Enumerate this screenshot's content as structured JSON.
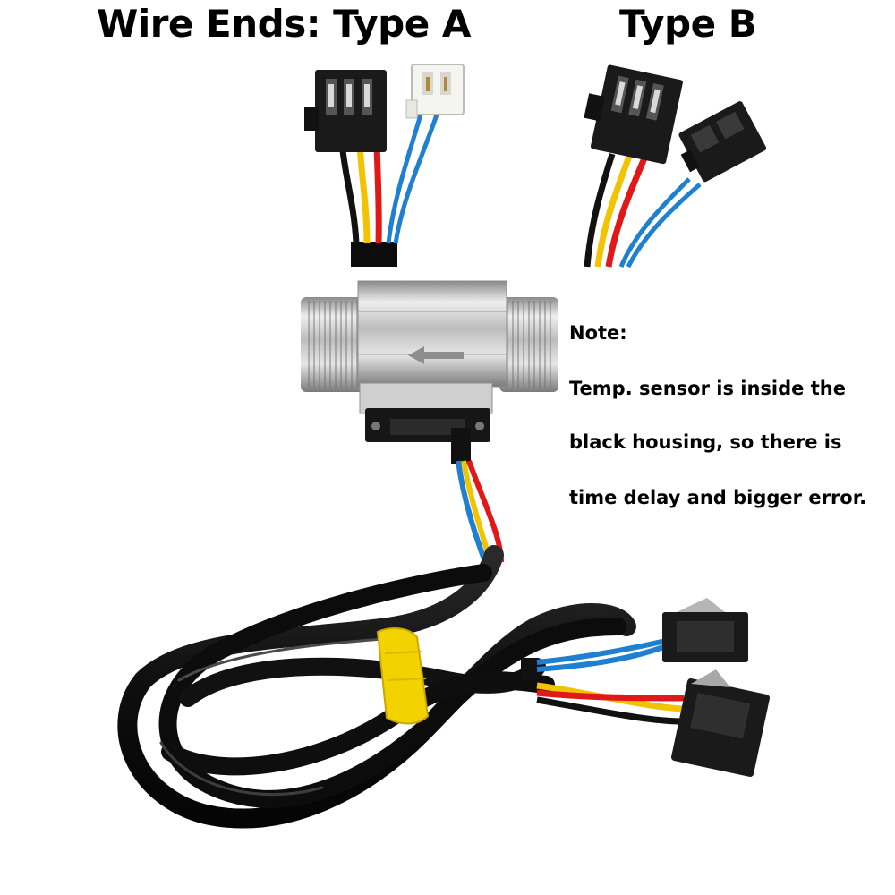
{
  "titles": {
    "type_a": "Wire Ends: Type A",
    "type_b": "Type B"
  },
  "note": {
    "heading": "Note:",
    "lines": [
      "Temp. sensor is inside the",
      "black housing, so there is",
      "time delay and bigger error."
    ]
  },
  "colors": {
    "wire_black": "#111111",
    "wire_yellow": "#f2c400",
    "wire_red": "#e01818",
    "wire_blue": "#1f7fd0",
    "connector_black": "#1a1a1a",
    "connector_white": "#f4f4f0",
    "steel": "#c8c8c8",
    "cable_tie": "#f2d300"
  }
}
